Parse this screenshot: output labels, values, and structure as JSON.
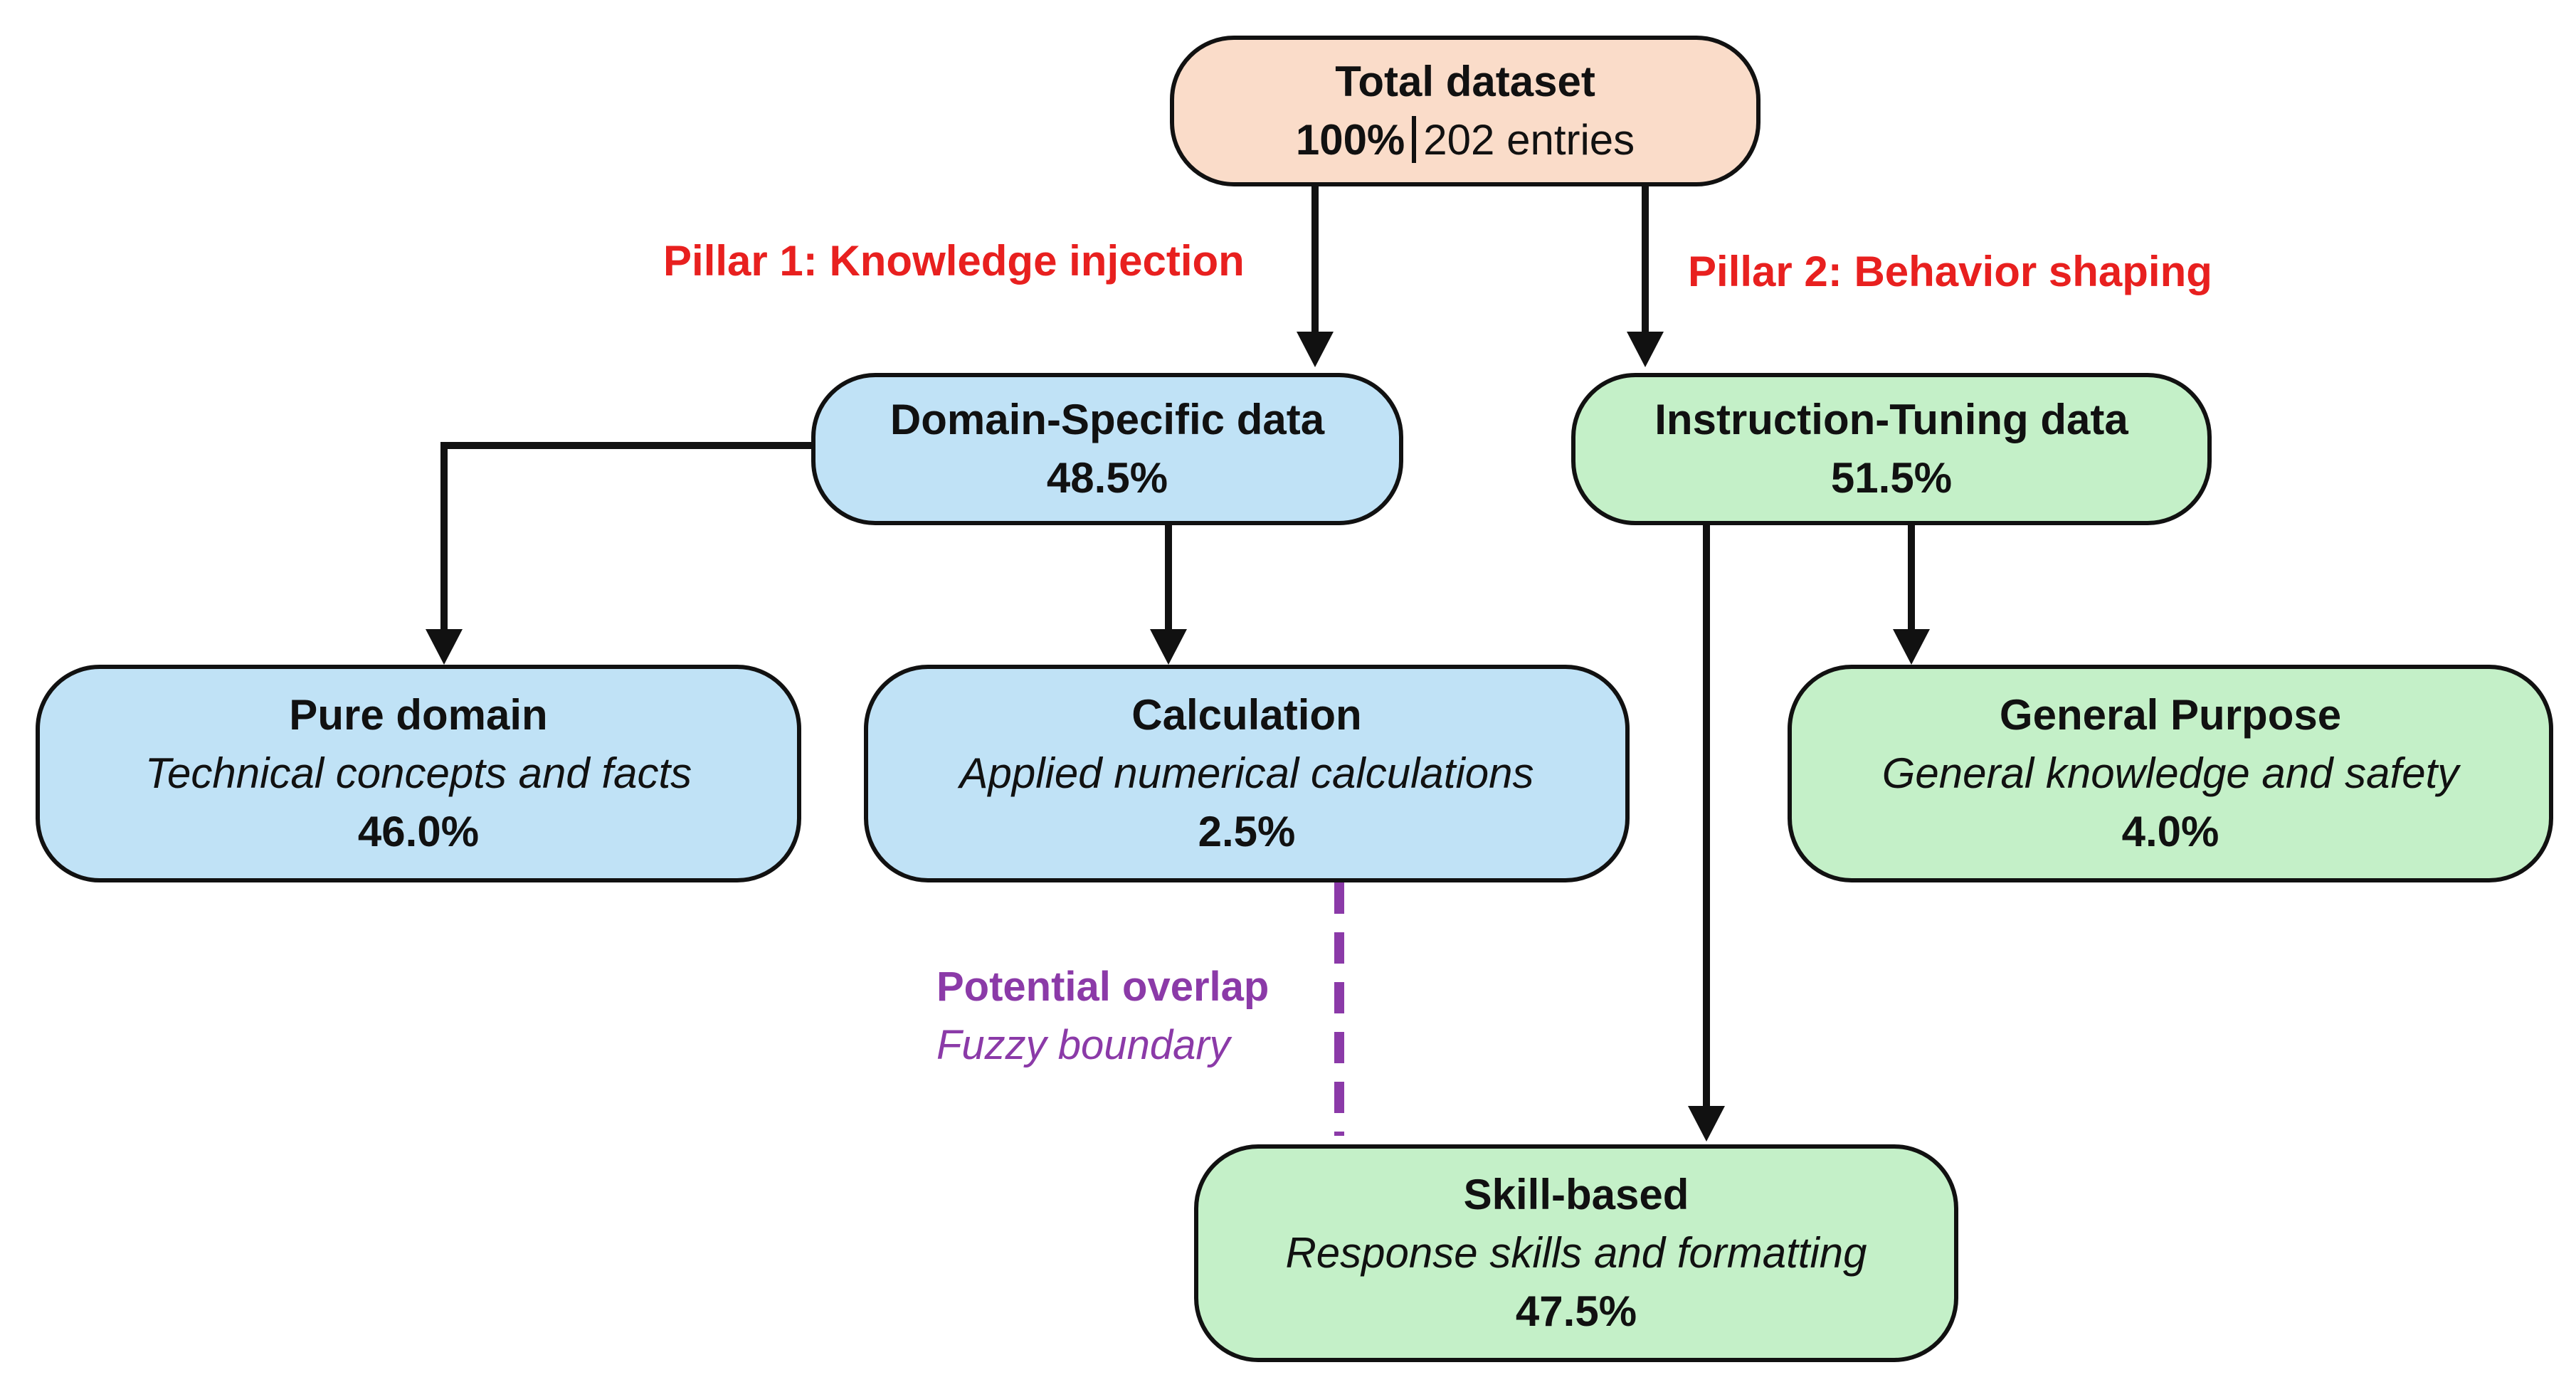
{
  "colors": {
    "pillar_text": "#e8201f",
    "overlap_text": "#8b3aa8",
    "domain_fill": "#c0e2f6",
    "instruction_fill": "#c4f0c8",
    "total_fill": "#fadcc9"
  },
  "total": {
    "title": "Total dataset",
    "percent": "100%",
    "entries": "202 entries"
  },
  "pillars": {
    "p1": "Pillar 1: Knowledge injection",
    "p2": "Pillar 2: Behavior shaping"
  },
  "domain_specific": {
    "title": "Domain-Specific data",
    "pct": "48.5%"
  },
  "instruction_tuning": {
    "title": "Instruction-Tuning data",
    "pct": "51.5%"
  },
  "pure_domain": {
    "title": "Pure domain",
    "desc": "Technical concepts and facts",
    "pct": "46.0%"
  },
  "calculation": {
    "title": "Calculation",
    "desc": "Applied numerical calculations",
    "pct": "2.5%"
  },
  "general_purpose": {
    "title": "General Purpose",
    "desc": "General knowledge and safety",
    "pct": "4.0%"
  },
  "skill_based": {
    "title": "Skill-based",
    "desc": "Response skills and formatting",
    "pct": "47.5%"
  },
  "overlap": {
    "title": "Potential overlap",
    "subtitle": "Fuzzy boundary"
  }
}
